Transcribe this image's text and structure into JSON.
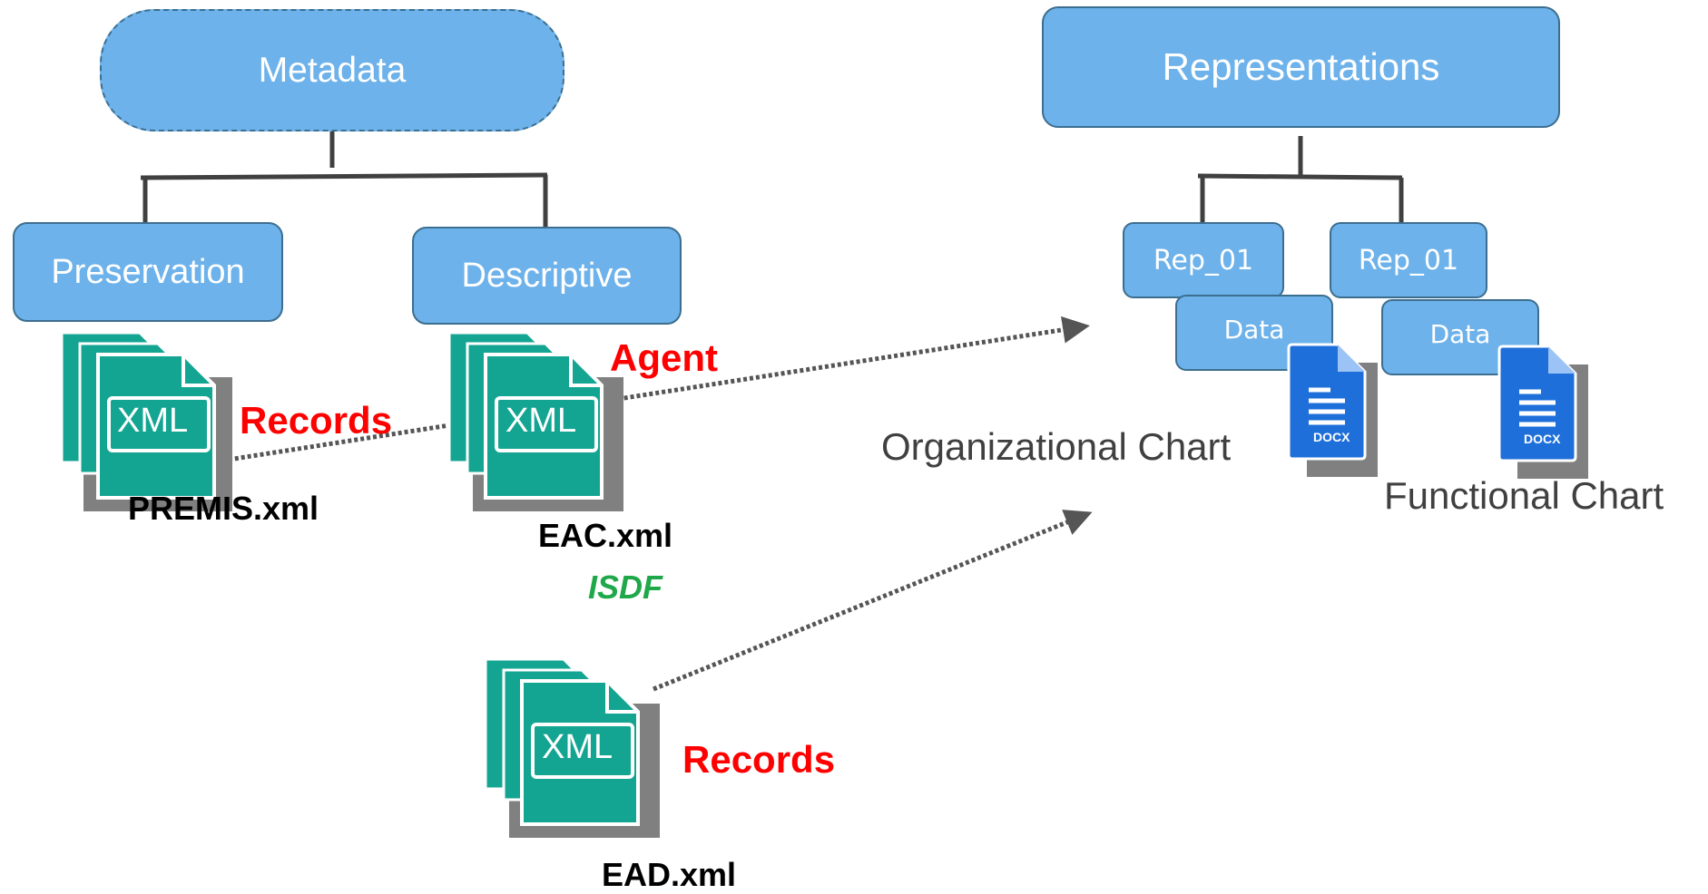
{
  "metadata": {
    "root": "Metadata",
    "preservation": "Preservation",
    "descriptive": "Descriptive"
  },
  "representations": {
    "root": "Representations",
    "rep_a": "Rep_01",
    "rep_b": "Rep_01",
    "data_a": "Data",
    "data_b": "Data",
    "chart_a": "Organizational Chart",
    "chart_b": "Functional Chart"
  },
  "files": {
    "premis": {
      "icon": "XML",
      "label": "PREMIS.xml",
      "tag": "Records"
    },
    "eac": {
      "icon": "XML",
      "label": "EAC.xml",
      "tag": "Agent",
      "standard": "ISDF"
    },
    "ead": {
      "icon": "XML",
      "label": "EAD.xml",
      "tag": "Records"
    },
    "docx_icon": "DOCX"
  },
  "colors": {
    "box_fill": "#6db2ea",
    "box_border": "#3c6e8f",
    "xml_teal": "#14a592",
    "docx_blue": "#1e6fd9",
    "emphasis_red": "#ff0000",
    "isdf_green": "#1fa84a"
  },
  "icons": [
    "xml-file-stack-icon",
    "docx-file-icon",
    "arrow-icon"
  ]
}
